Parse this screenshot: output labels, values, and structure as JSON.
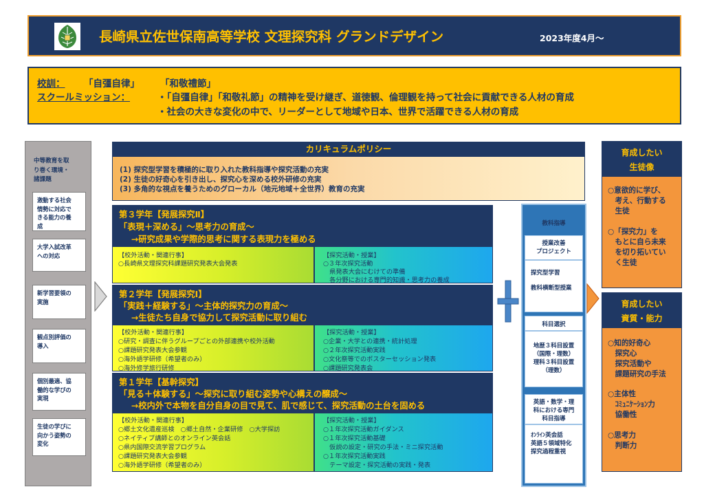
{
  "header": {
    "title": "長崎県立佐世保南高等学校 文理探究科 グランドデザイン",
    "date": "2023年度4月〜"
  },
  "motto": {
    "label_motto": "校訓：",
    "motto_1": "「自彊自律」",
    "motto_2": "「和敬禮節」",
    "label_mission": "スクールミッション：",
    "mission_1": "・「自彊自律」「和敬礼節」の精神を受け継ぎ、道徳観、倫理観を持って社会に貢献できる人材の育成",
    "mission_2": "・社会の大きな変化の中で、リーダーとして地域や日本、世界で活躍できる人材の育成"
  },
  "left": {
    "title_lines": [
      "中等教育を取",
      "り巻く環境・",
      "諸課題"
    ],
    "boxes": [
      [
        "激動する社会",
        "情勢に対応で",
        "きる能力の養",
        "成"
      ],
      [
        "大学入試改革",
        "への対応"
      ],
      [
        "新学習要領の",
        "実施"
      ],
      [
        "観点別評価の",
        "導入"
      ],
      [
        "個別最適、協",
        "働的な学びの",
        "実現"
      ],
      [
        "生徒の学びに",
        "向かう姿勢の",
        "変化"
      ]
    ]
  },
  "policy": {
    "title": "カリキュラムポリシー",
    "items": [
      "(1) 探究型学習を積極的に取り入れた教科指導や探究活動の充実",
      "(2) 生徒の好奇心を引き出し、探究心を深める校外研修の充実",
      "(3) 多角的な視点を養うためのグローカル（地元地域＋全世界）教育の充実"
    ]
  },
  "grades": {
    "g3": {
      "title": "第３学年【発展探究Ⅱ】",
      "line1": "「表現＋深める」〜思考力の育成〜",
      "line2": "→研究成果や学際的思考に関する表現力を極める",
      "left": [
        "【校外活動・関連行事】",
        "○長崎県文理探究科課題研究発表大会発表"
      ],
      "right": [
        "【探究活動・授業】",
        "○３年次探究活動",
        "　県発表大会にむけての準備",
        "　各分野における専門的知識・思考力の養成"
      ]
    },
    "g2": {
      "title": "第２学年【発展探究Ⅰ】",
      "line1": "「実践＋経験する」〜主体的探究力の育成〜",
      "line2": "→生徒たち自身で協力して探究活動に取り組む",
      "left": [
        "【校外活動・関連行事】",
        "○研究・調査に伴うグループごとの外部連携や校外活動",
        "○課題研究発表大会参観",
        "○海外語学研修（希望者のみ）",
        "○海外修学旅行研修"
      ],
      "right": [
        "【探究活動・授業】",
        "○企業・大学との連携・統計処理",
        "○２年次探究活動実践",
        "○文化祭等でのポスターセッション発表",
        "○課題研究発表会"
      ]
    },
    "g1": {
      "title": "第１学年【基幹探究】",
      "line1": "「見る＋体験する」〜探究に取り組む姿勢や心構えの醸成〜",
      "line2": "→校内外で本物を自分自身の目で見て、肌で感じて、探究活動の土台を固める",
      "left": [
        "【校外活動・関連行事】",
        "○郷土文化遺産巡検　○郷土自然・企業研修　○大学探訪",
        "○ネイティブ講師とのオンライン英会話",
        "○県内国際交流学習プログラム",
        "○課題研究発表大会参観",
        "○海外語学研修（希望者のみ）"
      ],
      "right": [
        "【探究活動・授業】",
        "○１年次探究活動ガイダンス",
        "○１年次探究活動基礎",
        "　仮説の設定・研究の手法・ミニ探究活動",
        "○１年次探究活動実践",
        "　テーマ設定・探究活動の実践・発表"
      ]
    }
  },
  "subjects": {
    "title": "教科指導",
    "box1_head": [
      "授業改善",
      "プロジェクト"
    ],
    "box1_items": [
      "探究型学習",
      "教科横断型授業"
    ],
    "box2_head": "科目選択",
    "box2_items": [
      "地歴３科目設置",
      "（国際・理数）",
      "理科３科目設置",
      "（理数）"
    ],
    "box3_head": [
      "英語・数学・理",
      "科における専門",
      "科目指導"
    ],
    "box3_items": [
      "ｵﾝﾗｲﾝ英会話",
      "英語５領域特化",
      "探究過程重視"
    ]
  },
  "outcomes": {
    "student": {
      "title_1": "育成したい",
      "title_2": "生徒像",
      "lines": [
        "○意欲的に学び、",
        "　考え、行動する",
        "　生徒",
        "",
        "○「探究力」を",
        "　もとに自ら未来",
        "　を切り拓いてい",
        "　く生徒"
      ]
    },
    "ability": {
      "title_1": "育成したい",
      "title_2": "資質・能力",
      "lines": [
        "○知的好奇心",
        "　探究心",
        "　探究活動や",
        "　課題研究の手法",
        "",
        "○主体性",
        "　ｺﾐｭﾆｹｰｼｮﾝ力",
        "　協働性",
        "",
        "○思考力",
        "　判断力"
      ]
    }
  },
  "colors": {
    "navy": "#1f3864",
    "gold": "#ffc000",
    "orange": "#f3963c",
    "blue": "#2e75b6"
  }
}
